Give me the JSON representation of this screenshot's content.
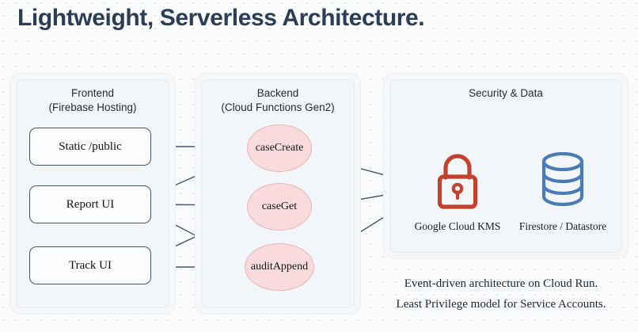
{
  "page": {
    "title": "Lightweight, Serverless Architecture.",
    "title_color": "#2c3e56",
    "background_color": "#fafbfc",
    "dot_grid_color": "#dfe4ea"
  },
  "panels": {
    "frontend": {
      "title": "Frontend\n(Firebase Hosting)",
      "nodes": [
        {
          "label": "Static /public"
        },
        {
          "label": "Report UI"
        },
        {
          "label": "Track UI"
        }
      ]
    },
    "backend": {
      "title": "Backend\n(Cloud Functions Gen2)",
      "accent_fill": "#fadbdd",
      "accent_stroke": "#e8b4b8",
      "nodes": [
        {
          "label": "caseCreate"
        },
        {
          "label": "caseGet"
        },
        {
          "label": "auditAppend"
        }
      ]
    },
    "security": {
      "title": "Security & Data",
      "items": [
        {
          "icon": "lock-icon",
          "label": "Google Cloud KMS",
          "color": "#c3412f"
        },
        {
          "icon": "database-icon",
          "label": "Firestore / Datastore",
          "color": "#4a7bb5"
        }
      ]
    }
  },
  "edges": [
    {
      "from": "Static /public",
      "to": "caseCreate"
    },
    {
      "from": "Report UI",
      "to": "caseCreate"
    },
    {
      "from": "Report UI",
      "to": "caseGet"
    },
    {
      "from": "Report UI",
      "to": "auditAppend"
    },
    {
      "from": "Track UI",
      "to": "caseGet"
    },
    {
      "from": "Track UI",
      "to": "auditAppend"
    },
    {
      "from": "caseCreate",
      "to": "Google Cloud KMS"
    },
    {
      "from": "caseGet",
      "to": "Google Cloud KMS"
    },
    {
      "from": "auditAppend",
      "to": "Google Cloud KMS"
    }
  ],
  "footer": {
    "line1": "Event-driven architecture on Cloud Run.",
    "line2": "Least Privilege model for Service Accounts."
  }
}
